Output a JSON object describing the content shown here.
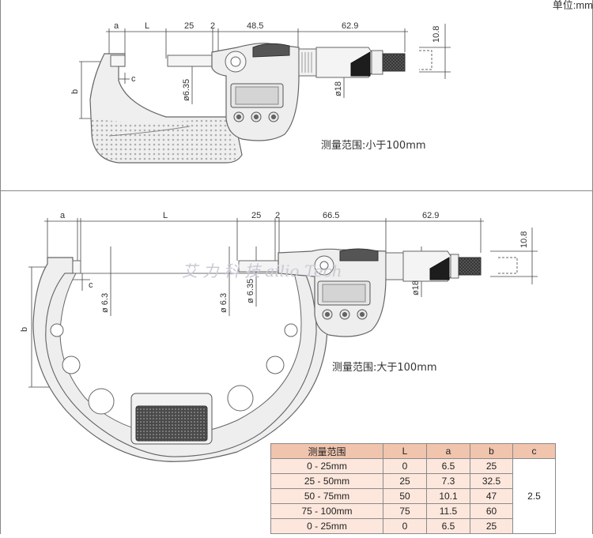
{
  "unit_label": "单位:mm",
  "watermark": "艾 力 科 技  ailio Tech",
  "top_diagram": {
    "dims": {
      "a": "a",
      "L": "L",
      "d25": "25",
      "d2": "2",
      "d48_5": "48.5",
      "d62_9": "62.9",
      "d10_8": "10.8",
      "c": "c",
      "b": "b",
      "phi6_35": "ø6.35",
      "phi18": "ø18"
    },
    "caption": "测量范围:小于100mm"
  },
  "bottom_diagram": {
    "dims": {
      "a": "a",
      "L": "L",
      "d25": "25",
      "d2": "2",
      "d66_5": "66.5",
      "d62_9": "62.9",
      "d10_8": "10.8",
      "c": "c",
      "b": "b",
      "phi6_3_a": "ø 6.3",
      "phi6_3_b": "ø 6.3",
      "phi6_35": "ø 6.35",
      "phi18": "ø18"
    },
    "caption": "测量范围:大于100mm"
  },
  "table": {
    "headers": [
      "测量范围",
      "L",
      "a",
      "b",
      "c"
    ],
    "rows": [
      [
        "0 - 25mm",
        "0",
        "6.5",
        "25"
      ],
      [
        "25 - 50mm",
        "25",
        "7.3",
        "32.5"
      ],
      [
        "50 - 75mm",
        "50",
        "10.1",
        "47"
      ],
      [
        "75 - 100mm",
        "75",
        "11.5",
        "60"
      ],
      [
        "0 - 25mm",
        "0",
        "6.5",
        "25"
      ]
    ],
    "c_value": "2.5"
  }
}
